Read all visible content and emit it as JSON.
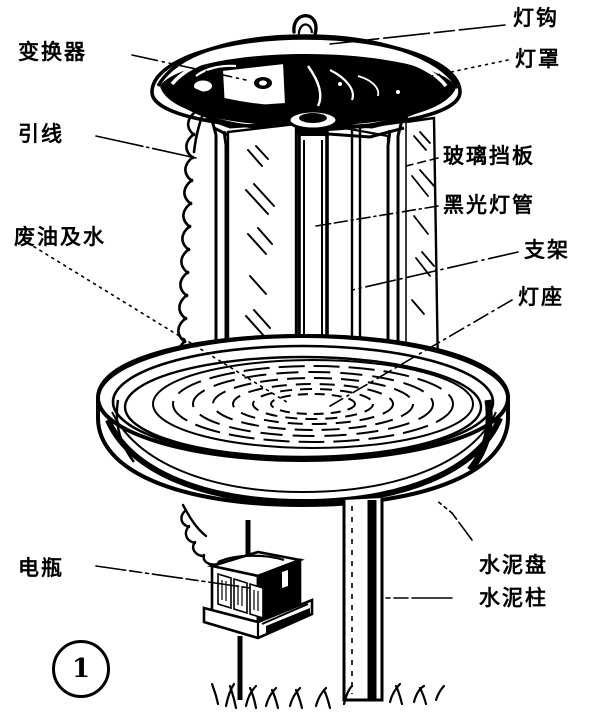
{
  "figure": {
    "number": "1",
    "caption_symbol": "1"
  },
  "labels": {
    "transformer": "变换器",
    "lead_wire": "引线",
    "waste_oil_and_water": "废油及水",
    "battery": "电瓶",
    "lamp_hook": "灯钩",
    "lamp_shade": "灯罩",
    "glass_baffle": "玻璃挡板",
    "black_light_tube": "黑光灯管",
    "bracket": "支架",
    "lamp_holder": "灯座",
    "cement_basin": "水泥盘",
    "cement_pillar": "水泥柱"
  },
  "colors": {
    "ink": "#000000",
    "paper": "#ffffff"
  }
}
